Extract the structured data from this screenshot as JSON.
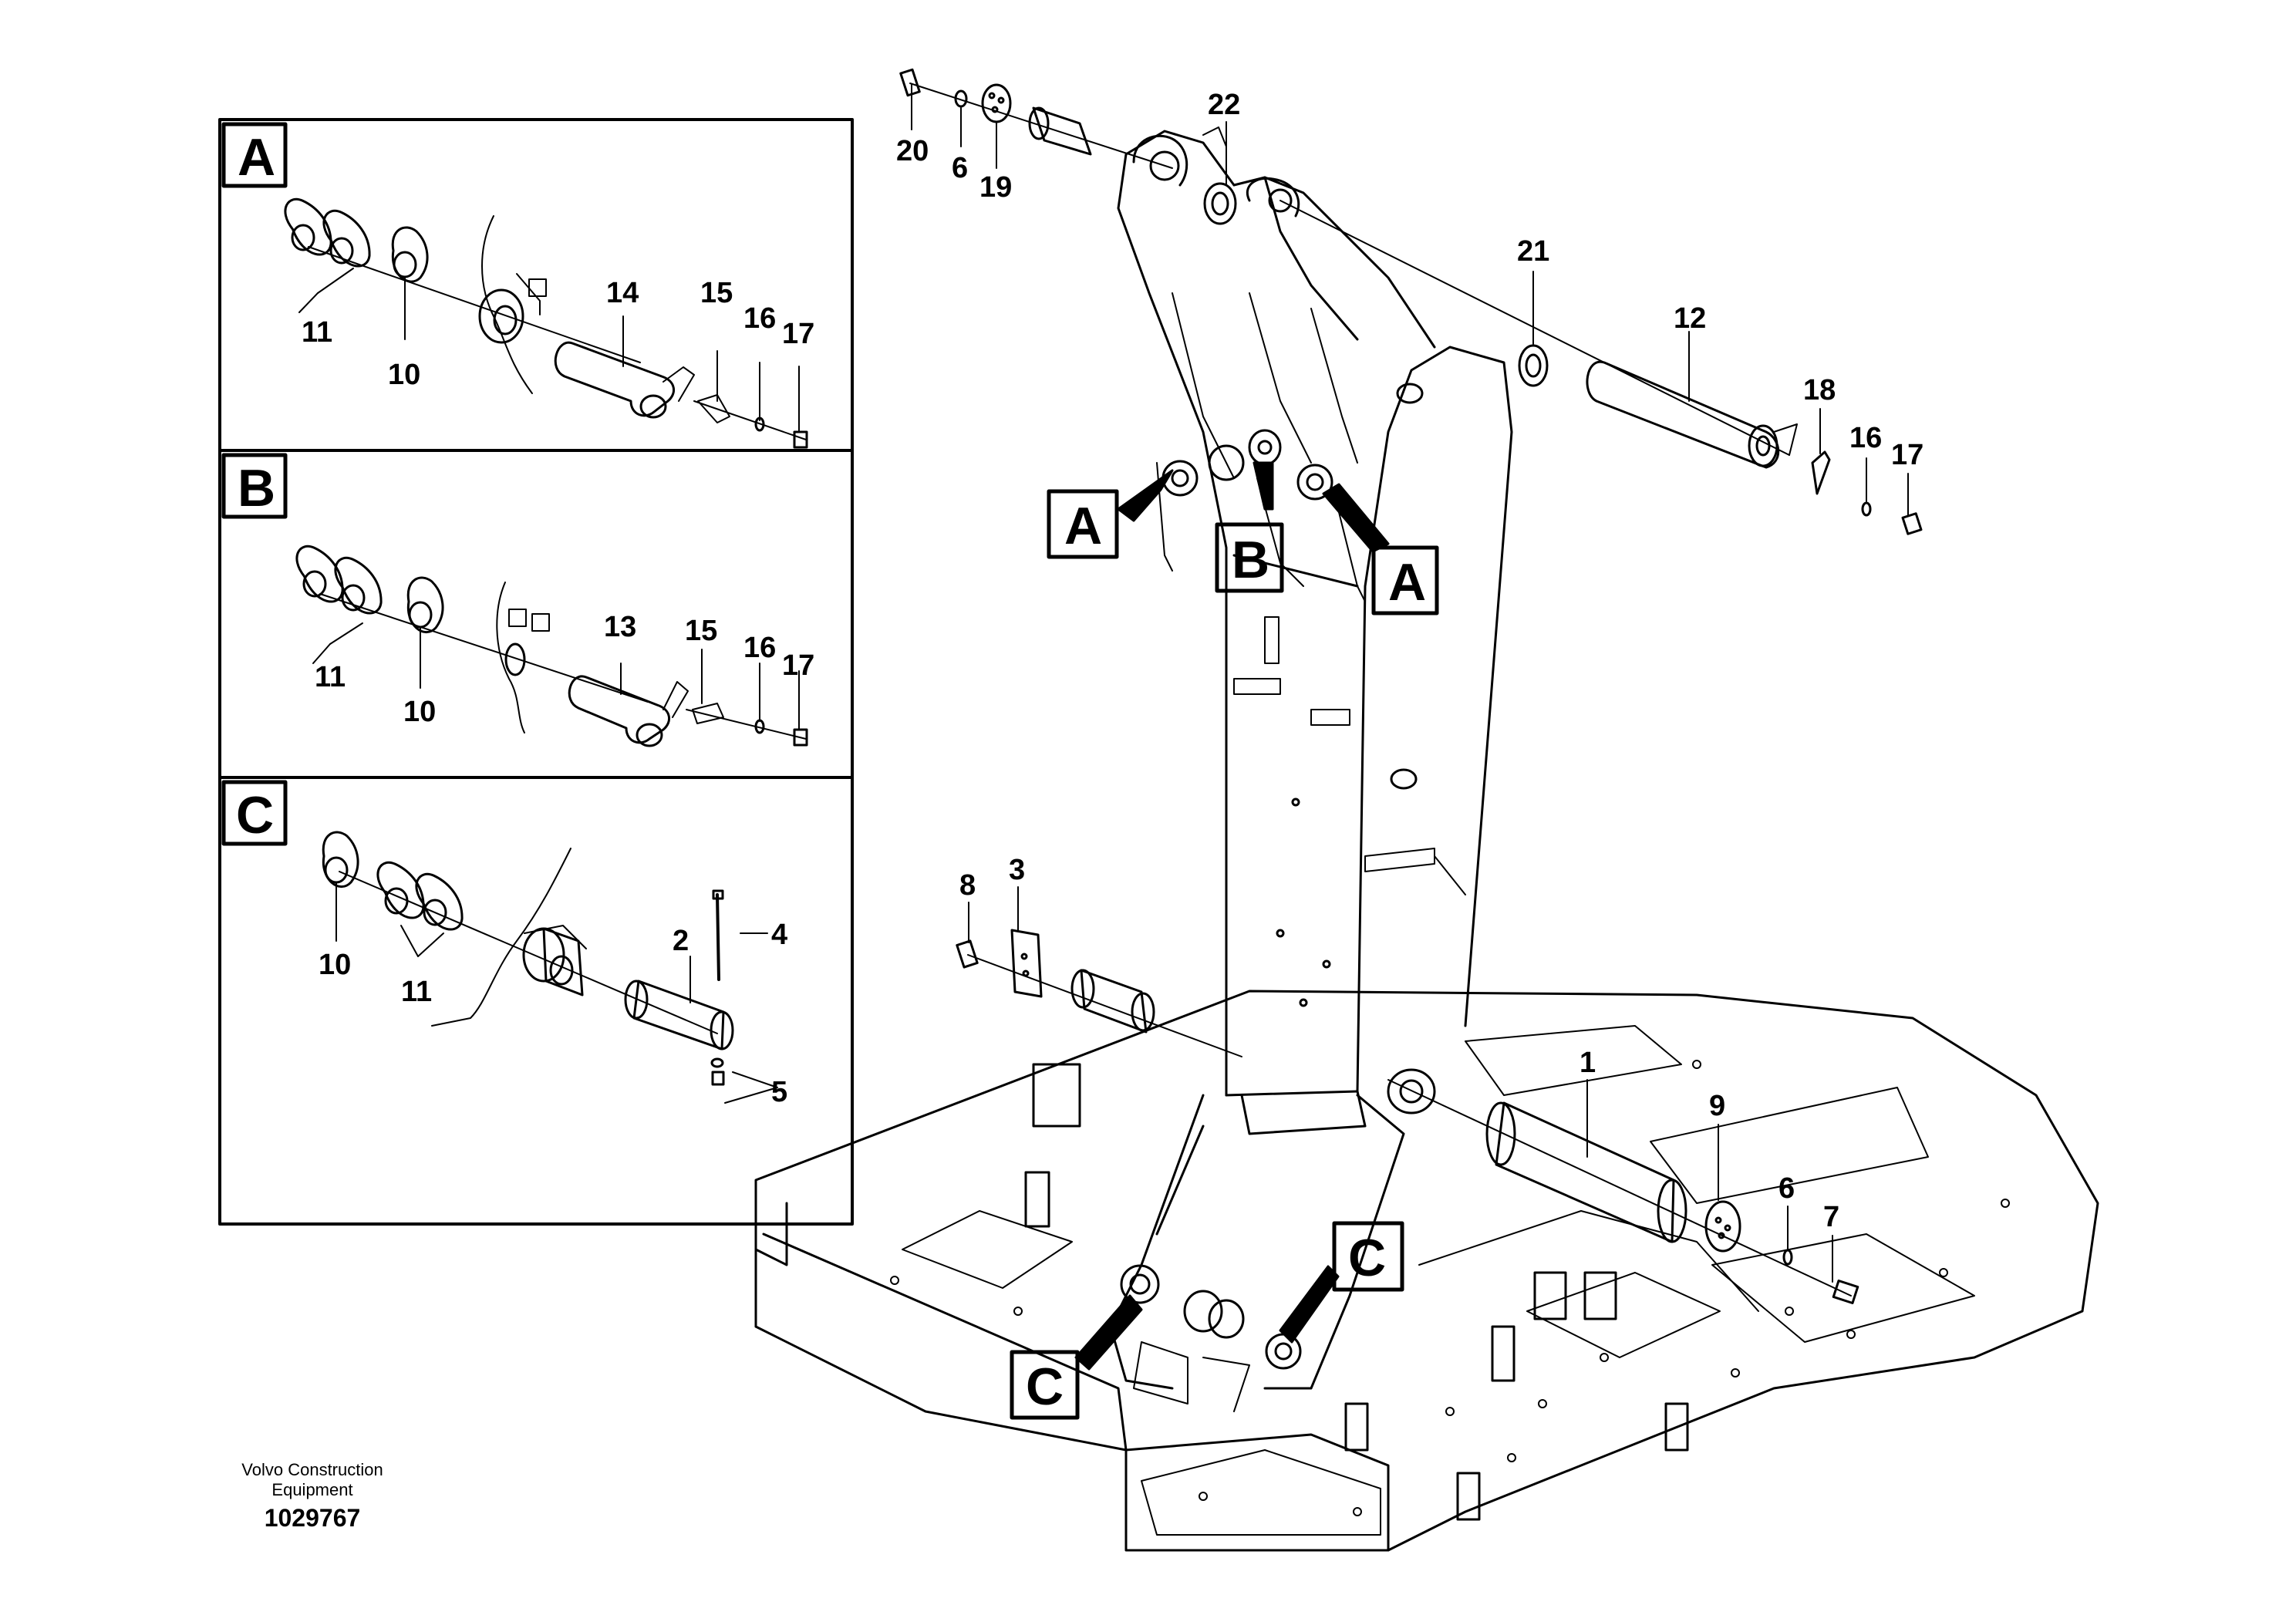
{
  "detail_panels": [
    {
      "letter": "A",
      "labels": [
        "11",
        "10",
        "14",
        "15",
        "16",
        "17"
      ]
    },
    {
      "letter": "B",
      "labels": [
        "11",
        "10",
        "13",
        "15",
        "16",
        "17"
      ]
    },
    {
      "letter": "C",
      "labels": [
        "10",
        "11",
        "2",
        "4",
        "5"
      ]
    }
  ],
  "callouts": [
    "A",
    "B",
    "A",
    "C",
    "C"
  ],
  "part_numbers": {
    "top_pin": [
      "20",
      "6",
      "19",
      "22"
    ],
    "upper_right_pin": [
      "21",
      "12",
      "18",
      "16",
      "17"
    ],
    "middle_pin": [
      "8",
      "3"
    ],
    "lower_right_pin": [
      "1",
      "9",
      "6",
      "7"
    ]
  },
  "footer": {
    "company_line1": "Volvo Construction",
    "company_line2": "Equipment",
    "document_number": "1029767"
  }
}
